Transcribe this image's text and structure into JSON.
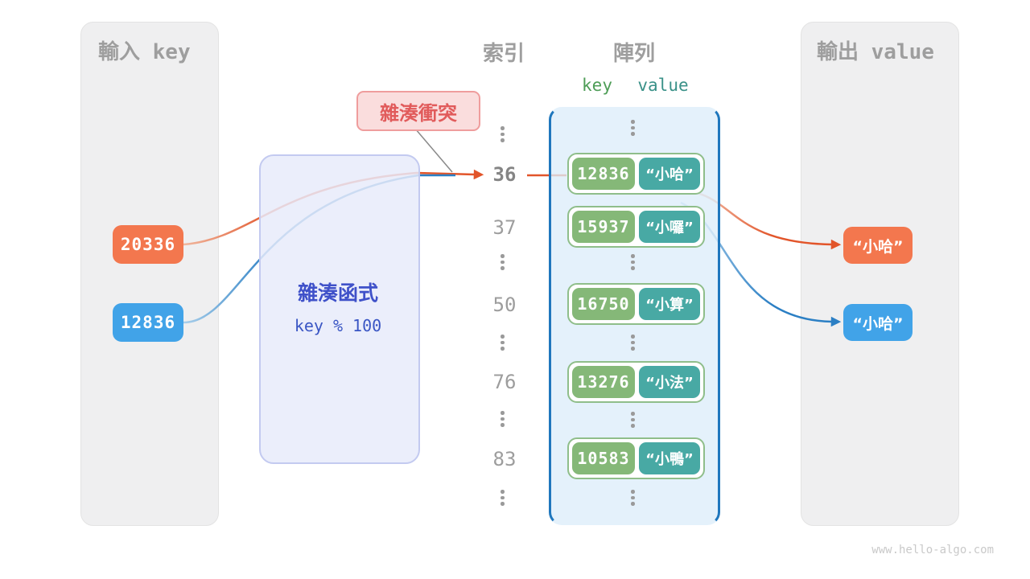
{
  "colors": {
    "input_key_orange": "#f3774e",
    "input_key_blue": "#41a3e8",
    "array_key_green": "#85b878",
    "array_value_teal": "#48a9a4",
    "arrow_orange": "#e2552a",
    "arrow_blue": "#2b7fc4",
    "hash_text_indigo": "#3f51c9",
    "badge_red": "#e15b5b",
    "container_border_blue": "#1f77bd",
    "key_header_green": "#4e9d57",
    "value_header_teal": "#3a9188"
  },
  "input_panel": {
    "title": "輸入 key",
    "keys": [
      "20336",
      "12836"
    ]
  },
  "hash_box": {
    "title": "雜湊函式",
    "formula": "key % 100"
  },
  "collision_badge": {
    "label": "雜湊衝突"
  },
  "index_column": {
    "title": "索引",
    "values": [
      "36",
      "37",
      "50",
      "76",
      "83"
    ],
    "highlighted": "36"
  },
  "array_panel": {
    "title": "陣列",
    "key_header": "key",
    "value_header": "value",
    "rows": [
      {
        "key": "12836",
        "value": "“小哈”"
      },
      {
        "key": "15937",
        "value": "“小囉”"
      },
      {
        "key": "16750",
        "value": "“小算”"
      },
      {
        "key": "13276",
        "value": "“小法”"
      },
      {
        "key": "10583",
        "value": "“小鴨”"
      }
    ]
  },
  "output_panel": {
    "title": "輸出 value",
    "values": [
      "“小哈”",
      "“小哈”"
    ]
  },
  "footer": {
    "url": "www.hello-algo.com"
  }
}
